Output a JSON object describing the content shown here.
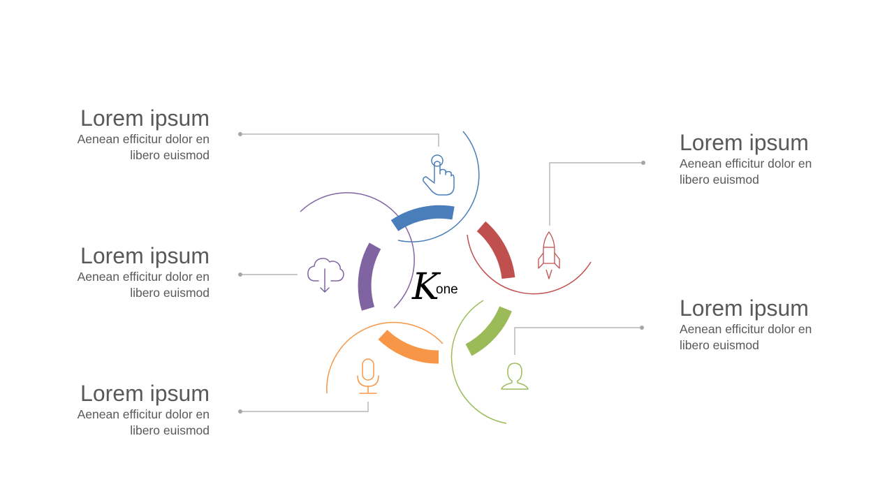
{
  "items": [
    {
      "title": "Lorem ipsum",
      "desc_line1": "Aenean efficitur dolor en",
      "desc_line2": "libero euismod",
      "color": "#4a7ebb",
      "icon": "touch-hand-icon"
    },
    {
      "title": "Lorem ipsum",
      "desc_line1": "Aenean efficitur dolor en",
      "desc_line2": "libero euismod",
      "color": "#8064a2",
      "icon": "cloud-download-icon"
    },
    {
      "title": "Lorem ipsum",
      "desc_line1": "Aenean efficitur dolor en",
      "desc_line2": "libero euismod",
      "color": "#f79646",
      "icon": "microphone-icon"
    },
    {
      "title": "Lorem ipsum",
      "desc_line1": "Aenean efficitur dolor en",
      "desc_line2": "libero euismod",
      "color": "#c0504d",
      "icon": "rocket-icon"
    },
    {
      "title": "Lorem ipsum",
      "desc_line1": "Aenean efficitur dolor en",
      "desc_line2": "libero euismod",
      "color": "#9bbb59",
      "icon": "user-icon"
    }
  ],
  "logo": {
    "letter": "K",
    "text": "one"
  },
  "connector_color": "#a6a6a6"
}
